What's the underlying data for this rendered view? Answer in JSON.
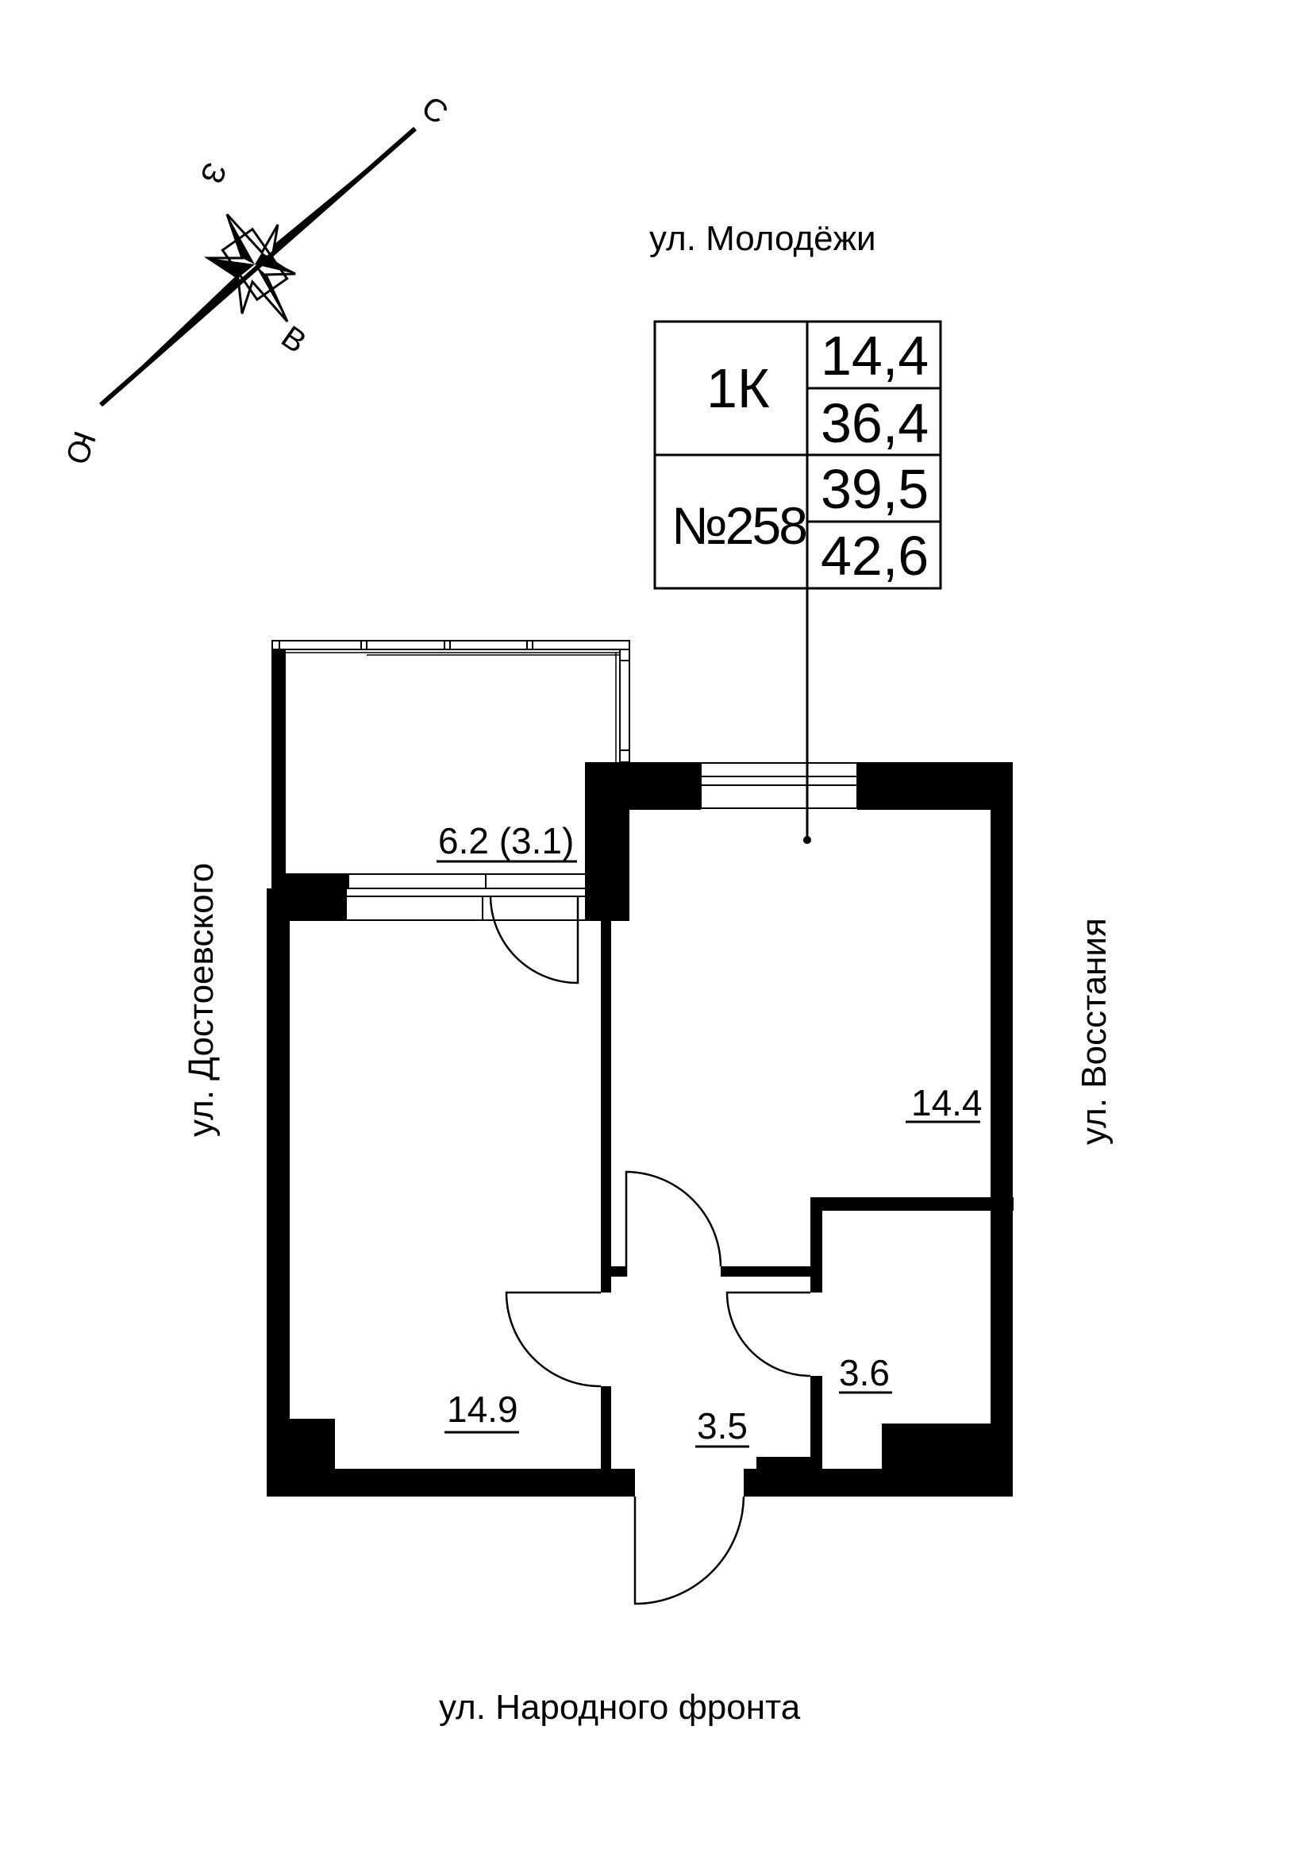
{
  "plan": {
    "colors": {
      "wall": "#000000",
      "background": "#ffffff",
      "line": "#000000"
    }
  },
  "streets": {
    "north": "ул. Молодёжи",
    "west": "ул. Достоевского",
    "east": "ул. Восстания",
    "south": "ул. Народного фронта"
  },
  "compass": {
    "north": "С",
    "west": "З",
    "east": "В",
    "south": "Ю"
  },
  "info_table": {
    "type": "1К",
    "number": "№258",
    "values": [
      "14,4",
      "36,4",
      "39,5",
      "42,6"
    ]
  },
  "rooms": {
    "balcony": "6.2 (3.1)",
    "living": "14.4",
    "bedroom": "14.9",
    "hall": "3.5",
    "bathroom": "3.6"
  }
}
